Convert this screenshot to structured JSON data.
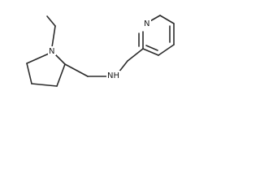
{
  "molecule": {
    "atoms": {
      "ring_nitrogen": "N",
      "amine": "NH",
      "pyridine_nitrogen": "N"
    },
    "colors": {
      "bond": "#2b2b2b",
      "label": "#1a1a1a",
      "background": "#ffffff"
    }
  }
}
